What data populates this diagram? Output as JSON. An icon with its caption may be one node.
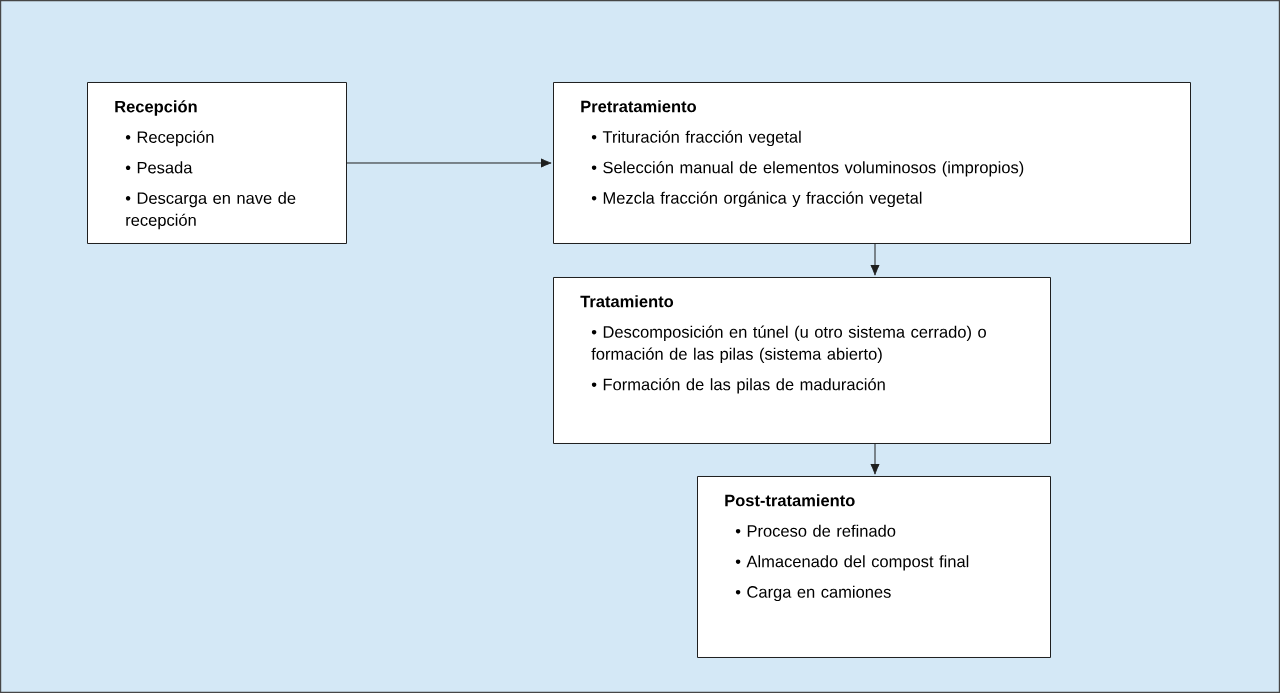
{
  "diagram": {
    "nodes": [
      {
        "text": [
          "Recepción",
          "• Recepción",
          "• Pesada",
          "• Descarga en nave de recepción"
        ]
      },
      {
        "text": [
          "Pretratamiento",
          "• Trituración fracción vegetal",
          "• Selección manual de elementos voluminosos (impropios)",
          "• Mezcla fracción orgánica y fracción vegetal"
        ]
      },
      {
        "text": [
          "Tratamiento",
          "• Descomposición en túnel (u otro sistema cerrado) o formación de las pilas (sistema abierto)",
          "• Formación de las pilas de maduración"
        ]
      },
      {
        "text": [
          "Post-tratamiento",
          "• Proceso de refinado",
          "• Almacenado del compost final",
          "• Carga en camiones"
        ]
      }
    ],
    "edges": [
      {
        "from": 0,
        "to": 1,
        "arrow": "to"
      },
      {
        "from": 1,
        "to": 2,
        "arrow": "to"
      },
      {
        "from": 2,
        "to": 3,
        "arrow": "to"
      }
    ]
  }
}
